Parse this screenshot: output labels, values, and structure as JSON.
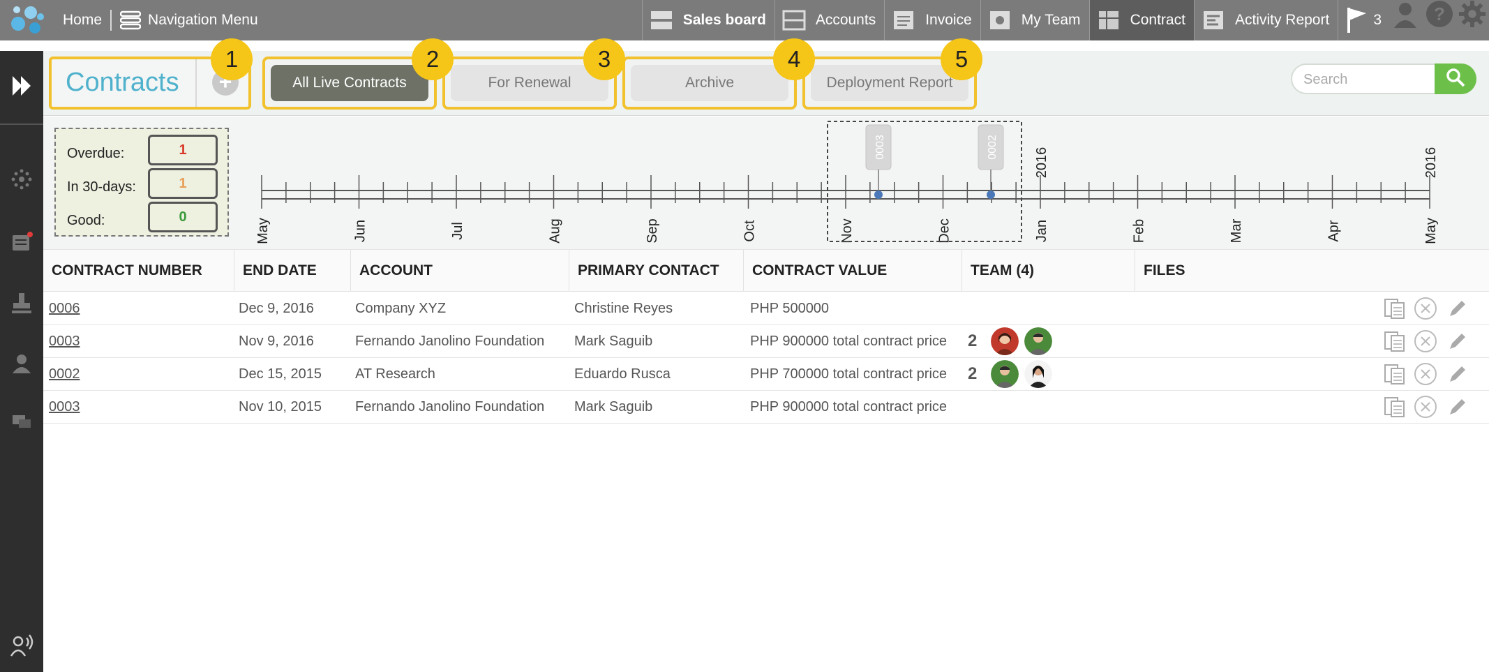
{
  "topbar": {
    "home": "Home",
    "nav_menu": "Navigation Menu",
    "items": [
      {
        "label": "Sales board",
        "icon": "board-icon"
      },
      {
        "label": "Accounts",
        "icon": "accounts-icon"
      },
      {
        "label": "Invoice",
        "icon": "invoice-icon"
      },
      {
        "label": "My Team",
        "icon": "team-icon"
      },
      {
        "label": "Contract",
        "icon": "contract-icon",
        "active": true
      },
      {
        "label": "Activity Report",
        "icon": "report-icon"
      }
    ],
    "flag_count": "3"
  },
  "header": {
    "title": "Contracts",
    "add_label": "+",
    "tabs": [
      "All Live Contracts",
      "For Renewal",
      "Archive",
      "Deployment Report"
    ],
    "active_tab": 0,
    "badges": [
      "1",
      "2",
      "3",
      "4",
      "5"
    ],
    "search_placeholder": "Search"
  },
  "summary": {
    "rows": [
      {
        "label": "Overdue:",
        "value": "1",
        "color": "#d83a2a"
      },
      {
        "label": "In 30-days:",
        "value": "1",
        "color": "#e8a05a"
      },
      {
        "label": "Good:",
        "value": "0",
        "color": "#3a9a3a"
      }
    ]
  },
  "timeline": {
    "months": [
      "May",
      "Jun",
      "Jul",
      "Aug",
      "Sep",
      "Oct",
      "Nov",
      "Dec",
      "Jan",
      "Feb",
      "Mar",
      "Apr",
      "May"
    ],
    "year_labels": [
      "2016",
      "2016"
    ],
    "markers": [
      "0003",
      "0002"
    ]
  },
  "table": {
    "columns": [
      "CONTRACT NUMBER",
      "END DATE",
      "ACCOUNT",
      "PRIMARY CONTACT",
      "CONTRACT VALUE",
      "TEAM (4)",
      "FILES"
    ],
    "rows": [
      {
        "number": "0006",
        "end_date": "Dec 9, 2016",
        "account": "Company XYZ",
        "contact": "Christine Reyes",
        "value": "PHP 500000",
        "team": ""
      },
      {
        "number": "0003",
        "end_date": "Nov 9, 2016",
        "account": "Fernando Janolino Foundation",
        "contact": "Mark Saguib",
        "value": "PHP 900000 total contract price",
        "team": "2"
      },
      {
        "number": "0002",
        "end_date": "Dec 15, 2015",
        "account": "AT Research",
        "contact": "Eduardo Rusca",
        "value": "PHP 700000 total contract price",
        "team": "2"
      },
      {
        "number": "0003",
        "end_date": "Nov 10, 2015",
        "account": "Fernando Janolino Foundation",
        "contact": "Mark Saguib",
        "value": "PHP 900000 total contract price",
        "team": ""
      }
    ]
  }
}
